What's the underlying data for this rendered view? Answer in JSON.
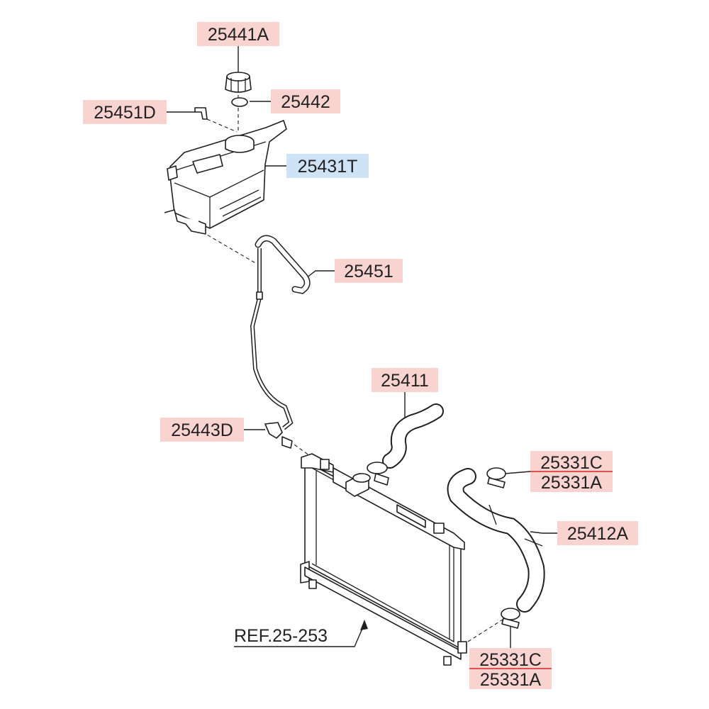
{
  "colors": {
    "label_bg": "#f8d3d0",
    "label_bg_selected": "#cfe3f7",
    "line": "#1f1f1f",
    "red_rule": "#e05050"
  },
  "labels": {
    "cap": "25441A",
    "oring": "25442",
    "bracket": "25451D",
    "reservoir": "25431T",
    "overflow_hose": "25451",
    "upper_hose": "25411",
    "hose_clip": "25443D",
    "clamp_top_c": "25331C",
    "clamp_top_a": "25331A",
    "lower_hose": "25412A",
    "clamp_bottom_c": "25331C",
    "clamp_bottom_a": "25331A"
  },
  "reference": "REF.25-253"
}
